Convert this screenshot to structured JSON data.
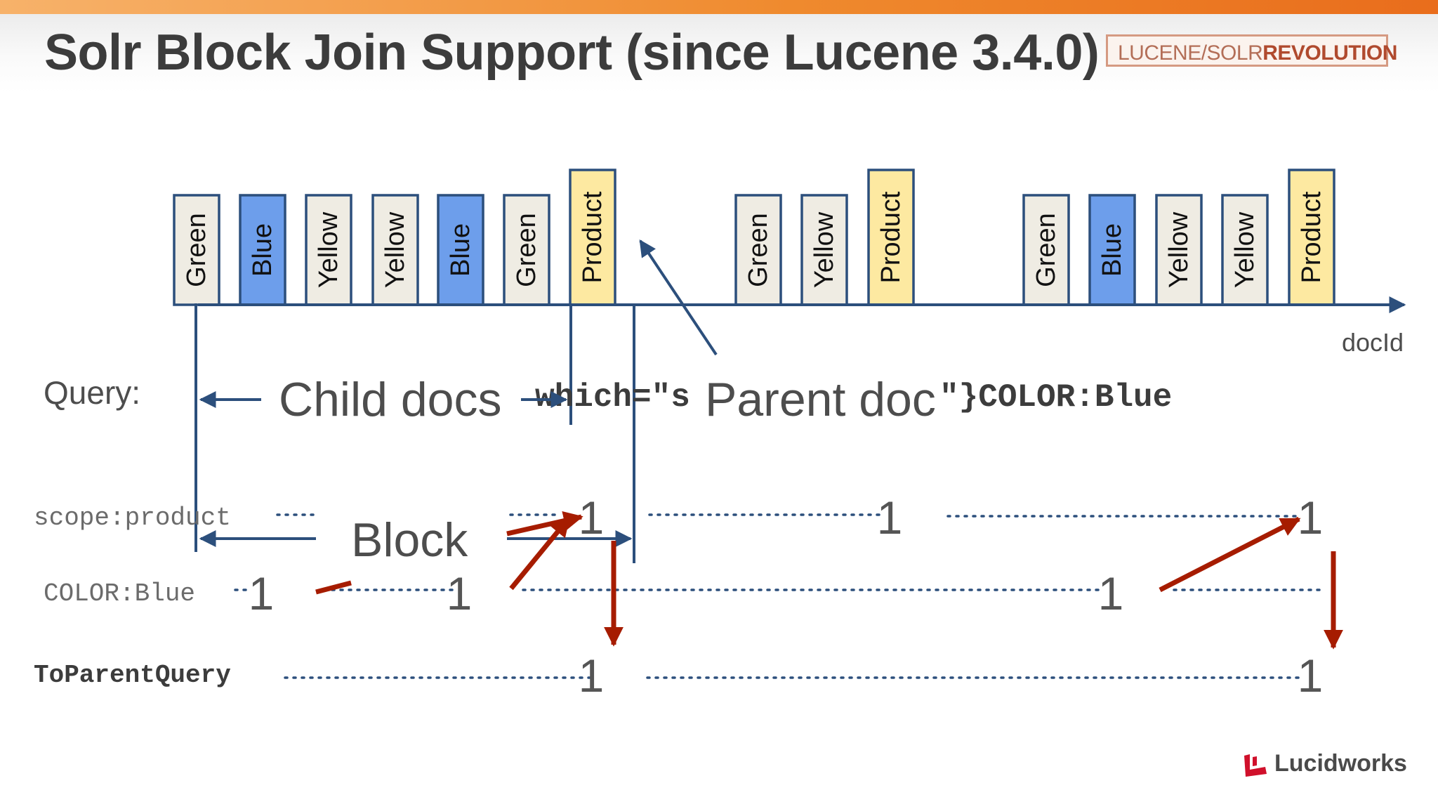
{
  "title": "Solr Block Join Support (since Lucene 3.4.0)",
  "conference_logo": {
    "part1": "LUCENE/SOLR",
    "part2": "REVOLUTION"
  },
  "footer_logo": "Lucidworks",
  "axis_label": "docId",
  "query_label": "Query:",
  "query_text": {
    "left": "which=\"s",
    "right": "\"}COLOR:Blue"
  },
  "callouts": {
    "child_docs": "Child docs",
    "parent_doc": "Parent doc",
    "block": "Block"
  },
  "docs": [
    {
      "label": "Green",
      "type": "child"
    },
    {
      "label": "Blue",
      "type": "child"
    },
    {
      "label": "Yellow",
      "type": "child"
    },
    {
      "label": "Yellow",
      "type": "child"
    },
    {
      "label": "Blue",
      "type": "child"
    },
    {
      "label": "Green",
      "type": "child"
    },
    {
      "label": "Product",
      "type": "parent"
    },
    {
      "label": "Green",
      "type": "child"
    },
    {
      "label": "Yellow",
      "type": "child"
    },
    {
      "label": "Product",
      "type": "parent"
    },
    {
      "label": "Green",
      "type": "child"
    },
    {
      "label": "Blue",
      "type": "child"
    },
    {
      "label": "Yellow",
      "type": "child"
    },
    {
      "label": "Yellow",
      "type": "child"
    },
    {
      "label": "Product",
      "type": "parent"
    }
  ],
  "rows": [
    {
      "label": "scope:product",
      "hits": [
        {
          "doc": 6,
          "value": "1"
        },
        {
          "doc": 9,
          "value": "1"
        },
        {
          "doc": 14,
          "value": "1"
        }
      ]
    },
    {
      "label": "COLOR:Blue",
      "hits": [
        {
          "doc": 1,
          "value": "1"
        },
        {
          "doc": 4,
          "value": "1"
        },
        {
          "doc": 11,
          "value": "1"
        }
      ]
    },
    {
      "label": "ToParentQuery",
      "hits": [
        {
          "doc": 6,
          "value": "1"
        },
        {
          "doc": 14,
          "value": "1"
        }
      ]
    }
  ],
  "colors": {
    "child_fill": "#efece3",
    "blue_fill": "#6d9eeb",
    "parent_fill": "#fde9a1",
    "box_stroke": "#2c4f7c",
    "axis": "#2c4f7c",
    "red_arrow": "#a61c00",
    "text": "#4d4d4d"
  },
  "icons": {
    "footer": "lucidworks-logo-icon"
  }
}
